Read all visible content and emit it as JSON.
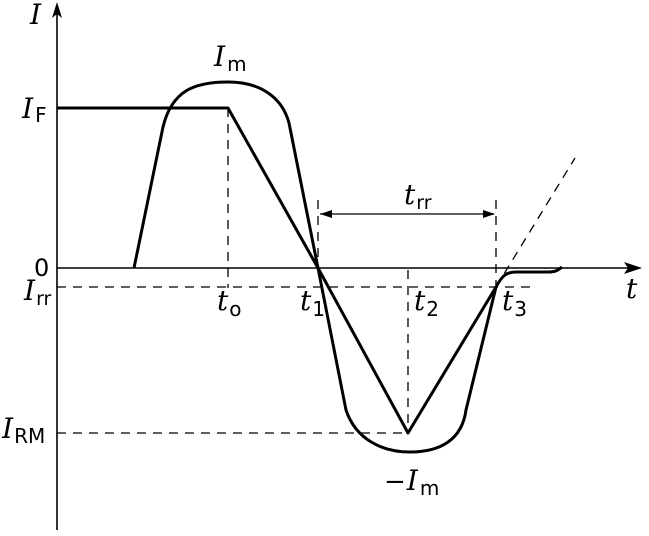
{
  "axes": {
    "y_symbol": "I",
    "x_symbol": "t",
    "origin": "0"
  },
  "labels": {
    "i_f": {
      "main": "I",
      "sub": "F"
    },
    "i_rr": {
      "main": "I",
      "sub": "rr"
    },
    "i_rm": {
      "main": "I",
      "sub": "RM"
    },
    "i_m": {
      "main": "I",
      "sub": "m"
    },
    "neg_i_m": {
      "prefix": "−",
      "main": "I",
      "sub": "m"
    },
    "t_rr": {
      "main": "t",
      "sub": "rr"
    },
    "t0": {
      "main": "t",
      "sub": "o"
    },
    "t1": {
      "main": "t",
      "sub": "1"
    },
    "t2": {
      "main": "t",
      "sub": "2"
    },
    "t3": {
      "main": "t",
      "sub": "3"
    }
  }
}
